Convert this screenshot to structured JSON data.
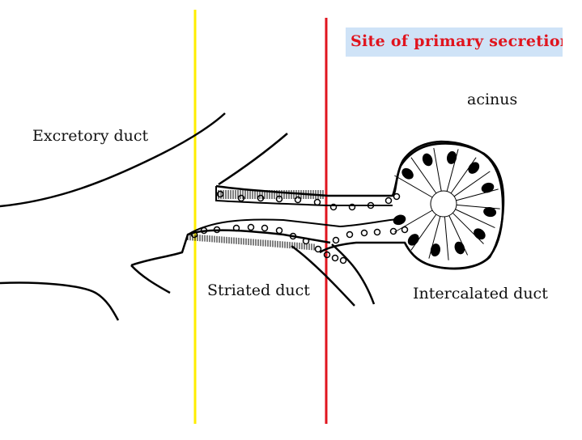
{
  "title": "Site of primary secretion",
  "labels": {
    "acinus": "acinus",
    "excretory_duct": "Excretory duct",
    "striated_duct": "Striated duct",
    "intercalated_duct": "Intercalated duct"
  },
  "colors": {
    "yellow_line": "#ffee00",
    "red_line": "#e0141e",
    "title_background": "#cfe3f7",
    "title_text": "#e0141e",
    "outline": "#000000"
  }
}
